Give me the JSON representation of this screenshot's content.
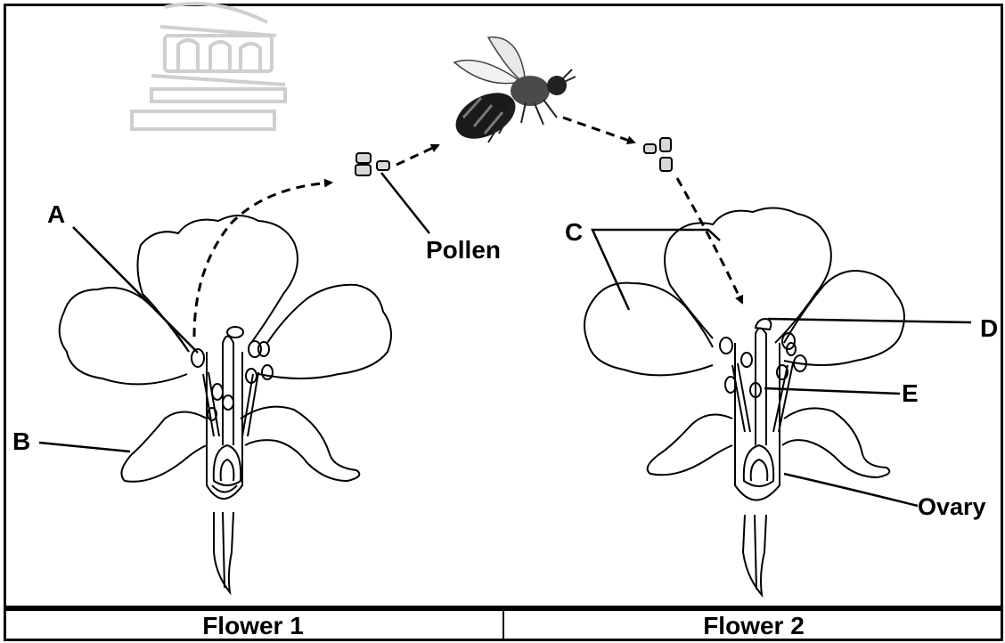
{
  "labels": {
    "a": "A",
    "b": "B",
    "c": "C",
    "d": "D",
    "e": "E",
    "pollen": "Pollen",
    "ovary": "Ovary"
  },
  "captions": {
    "flower1": "Flower 1",
    "flower2": "Flower 2"
  },
  "icons": {
    "watermark": "building-tower-watermark-icon",
    "bee": "bee-icon"
  },
  "colors": {
    "line": "#000000",
    "watermark": "#cfcfcf",
    "pollen": "#d8d8d8"
  }
}
